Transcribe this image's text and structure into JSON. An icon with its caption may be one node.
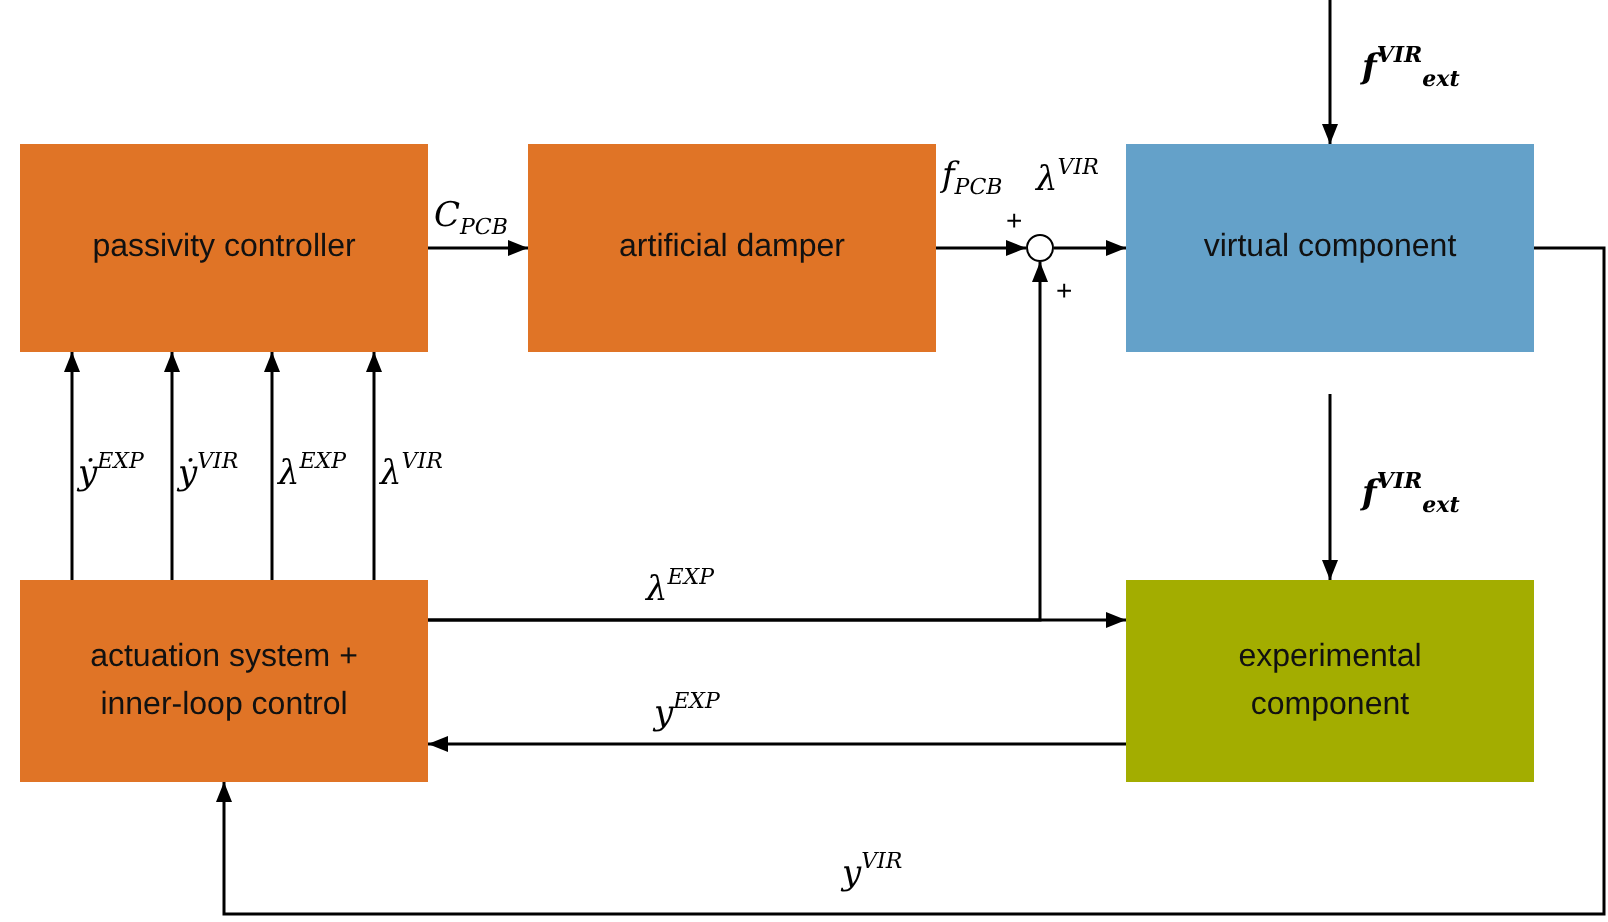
{
  "diagram": {
    "nodes": [
      {
        "text": [
          "passivity controller"
        ]
      },
      {
        "text": [
          "artificial damper"
        ]
      },
      {
        "text": [],
        "shape": "circle"
      },
      {
        "text": [
          "virtual component"
        ]
      },
      {
        "text": [
          "actuation system + inner-loop control"
        ]
      },
      {
        "text": [
          "experimental component"
        ]
      }
    ],
    "edges": [
      {
        "from": 0,
        "to": 1,
        "arrow": "to",
        "label": "C$_{PCB}$"
      },
      {
        "from": 1,
        "to": 2,
        "arrow": "to",
        "label": "f$_{PCB}$"
      },
      {
        "from": 2,
        "to": 3,
        "arrow": "to",
        "label": "λ$^{VIR}$"
      },
      {
        "from": null,
        "to": 3,
        "arrow": "to",
        "label": "f$^{VIR}$$_{ext}$"
      },
      {
        "from": 3,
        "to": 4,
        "arrow": "to",
        "label": "y$^{VIR}$"
      },
      {
        "from": null,
        "to": 5,
        "arrow": "to",
        "label": "f$^{VIR}$$_{ext}$"
      },
      {
        "from": 4,
        "to": 5,
        "arrow": "to",
        "label": "λ$^{EXP}$"
      },
      {
        "from": 4,
        "to": 2,
        "arrow": "to"
      },
      {
        "from": 5,
        "to": 4,
        "arrow": "to",
        "label": "y$^{EXP}$"
      },
      {
        "from": 4,
        "to": 0,
        "arrow": "to",
        "label": "ẏ$^{EXP}$"
      },
      {
        "from": 4,
        "to": 0,
        "arrow": "to",
        "label": "ẏ$^{VIR}$"
      },
      {
        "from": 4,
        "to": 0,
        "arrow": "to",
        "label": "λ$^{EXP}$"
      },
      {
        "from": 4,
        "to": 0,
        "arrow": "to",
        "label": "λ$^{VIR}$"
      }
    ],
    "labels": [
      "+",
      "+"
    ]
  }
}
